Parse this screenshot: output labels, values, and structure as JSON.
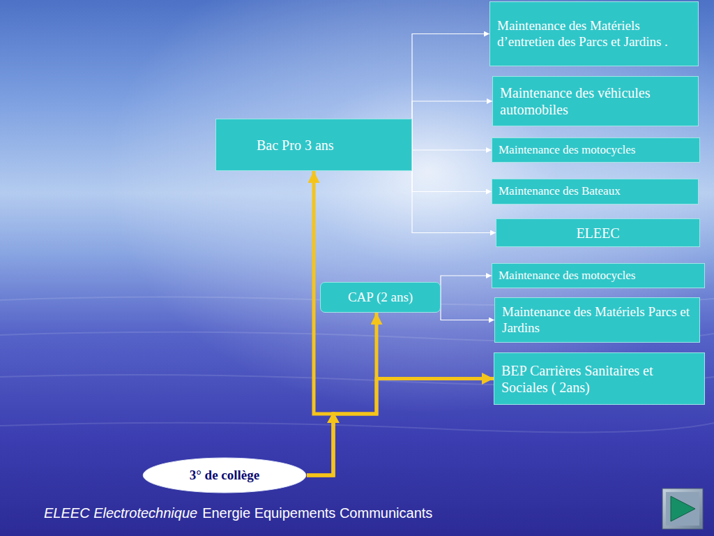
{
  "diagram": {
    "nodes": [
      {
        "text": [
          "Maintenance des Matériels d’entretien des Parcs et Jardins ."
        ]
      },
      {
        "text": [
          "Maintenance des véhicules automobiles"
        ]
      },
      {
        "text": [
          "Bac Pro 3 ans"
        ]
      },
      {
        "text": [
          "Maintenance des motocycles"
        ]
      },
      {
        "text": [
          "Maintenance des Bateaux"
        ]
      },
      {
        "text": [
          "ELEEC"
        ]
      },
      {
        "text": [
          "CAP (2 ans)"
        ]
      },
      {
        "text": [
          "Maintenance des motocycles"
        ]
      },
      {
        "text": [
          "Maintenance des Matériels Parcs et Jardins"
        ]
      },
      {
        "text": [
          "BEP Carrières Sanitaires et Sociales ( 2ans)"
        ]
      },
      {
        "text": [
          "3° de collège"
        ]
      }
    ],
    "edges": [
      {
        "from": 2,
        "to": 0,
        "arrow": "to"
      },
      {
        "from": 2,
        "to": 1,
        "arrow": "to"
      },
      {
        "from": 2,
        "to": 3,
        "arrow": "to"
      },
      {
        "from": 2,
        "to": 4,
        "arrow": "to"
      },
      {
        "from": 2,
        "to": 5,
        "arrow": "to"
      },
      {
        "from": 6,
        "to": 7,
        "arrow": "to"
      },
      {
        "from": 6,
        "to": 8,
        "arrow": "to"
      },
      {
        "from": 10,
        "to": 2,
        "arrow": "to"
      },
      {
        "from": 10,
        "to": 6,
        "arrow": "to"
      },
      {
        "from": 10,
        "to": 9,
        "arrow": "to"
      }
    ],
    "labels": [
      "ELEEC Electrotechnique",
      "Energie Equipements Communicants"
    ]
  }
}
